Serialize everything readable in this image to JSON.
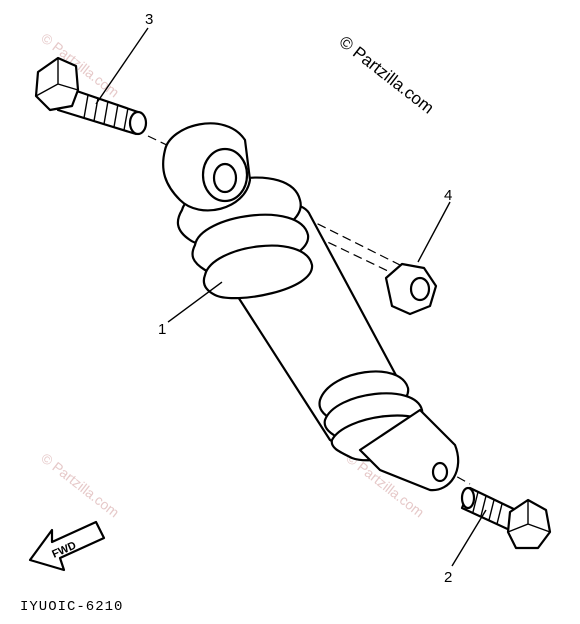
{
  "callouts": {
    "part_1": "1",
    "part_2": "2",
    "part_3": "3",
    "part_4": "4"
  },
  "diagram_code": "IYUOIC-6210",
  "watermark": "© Partzilla.com",
  "fwd_label": "FWD"
}
